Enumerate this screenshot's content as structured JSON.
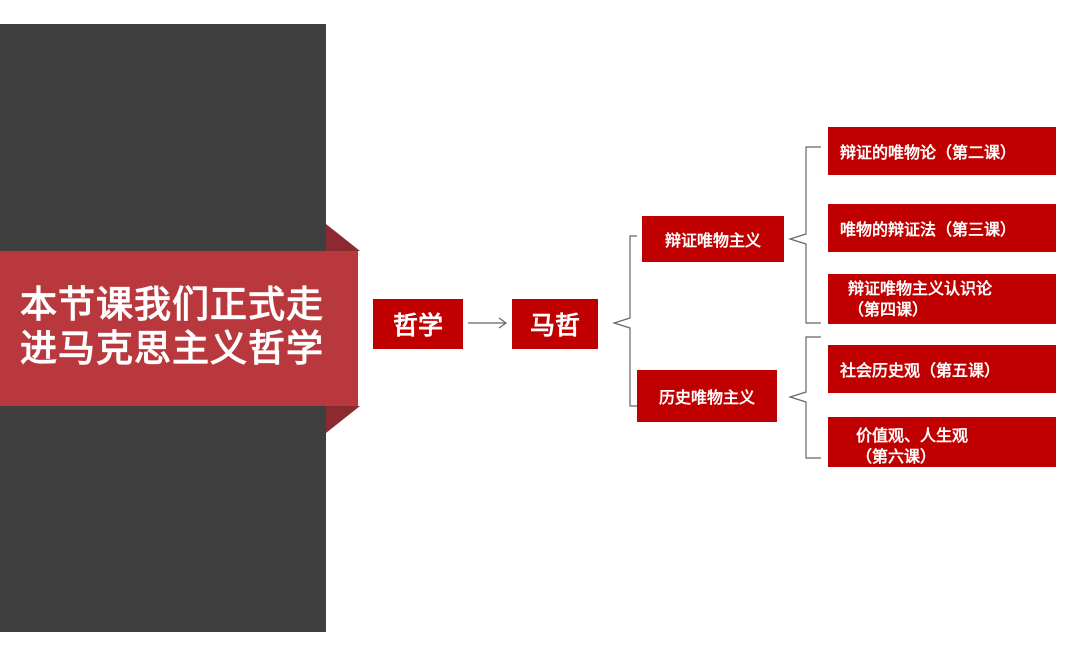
{
  "colors": {
    "panel": "#3f3f3f",
    "ribbon": "#b8383e",
    "ribbon_fold": "#8c2a31",
    "node": "#c00000",
    "text": "#ffffff",
    "line": "#666666"
  },
  "title": {
    "line1": "本节课我们正式走",
    "line2": "进马克思主义哲学"
  },
  "nodes": {
    "philosophy": "哲学",
    "marxism": "马哲",
    "dialectical": "辩证唯物主义",
    "historical": "历史唯物主义"
  },
  "leaves": {
    "leaf1": "辩证的唯物论（第二课）",
    "leaf2": "唯物的辩证法（第三课）",
    "leaf3_line1": "辩证唯物主义认识论",
    "leaf3_line2": "（第四课）",
    "leaf4": "社会历史观（第五课）",
    "leaf5_line1": "价值观、人生观",
    "leaf5_line2": "（第六课）"
  }
}
